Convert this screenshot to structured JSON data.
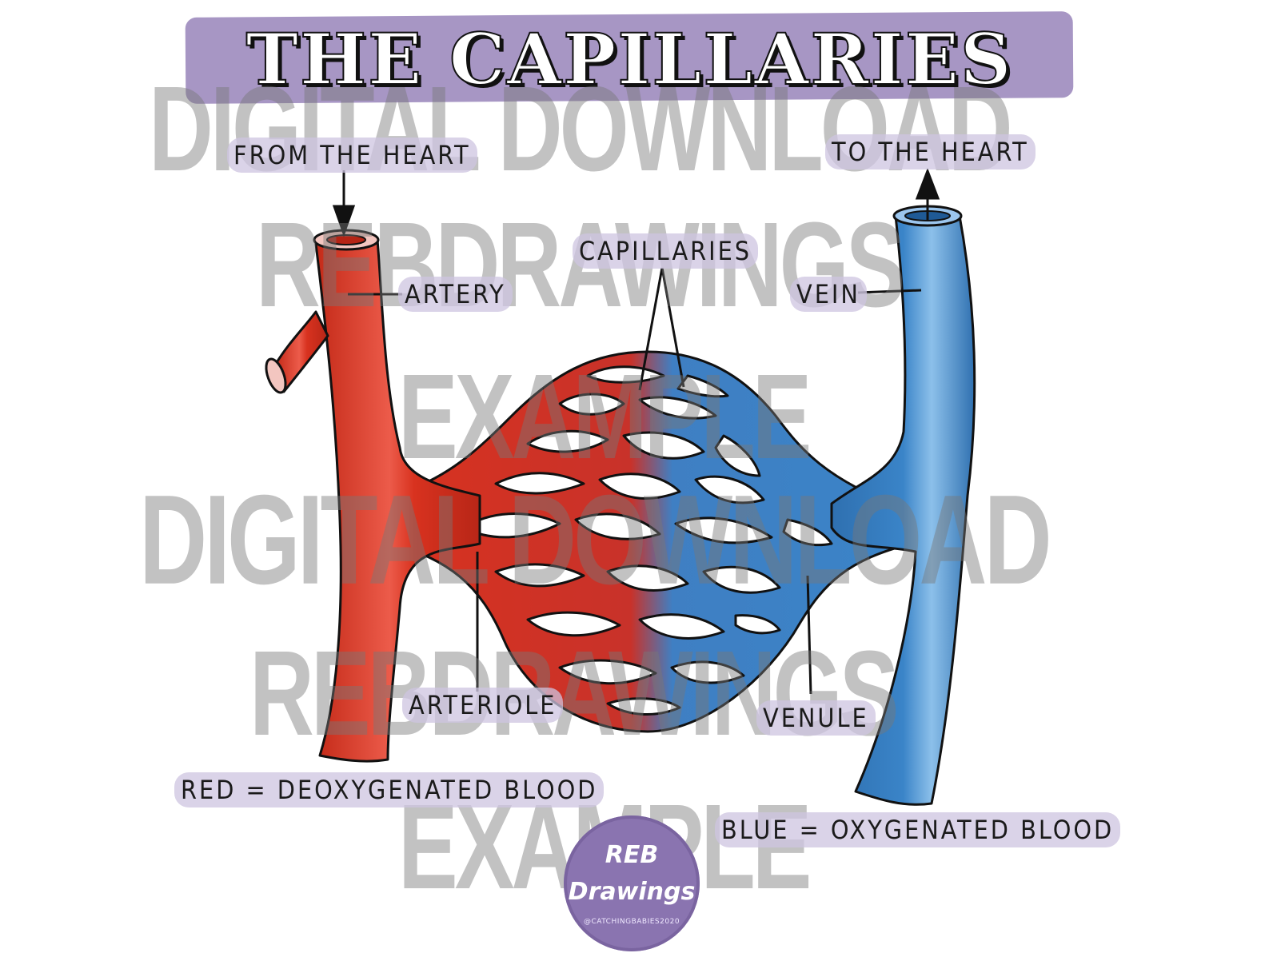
{
  "title": "THE CAPILLARIES",
  "labels": {
    "from_heart": "FROM THE HEART",
    "to_heart": "TO THE HEART",
    "capillaries": "CAPILLARIES",
    "artery": "ARTERY",
    "vein": "VEIN",
    "arteriole": "ARTERIOLE",
    "venule": "VENULE",
    "red_key": "RED = DEOXYGENATED BLOOD",
    "blue_key": "BLUE = OXYGENATED BLOOD"
  },
  "watermark": {
    "line1": "DIGITAL DOWNLOAD",
    "line2": "REBDRAWINGS",
    "line3": "EXAMPLE"
  },
  "logo": {
    "line1": "REB",
    "line2": "Drawings",
    "handle": "@CATCHINGBABIES2020"
  },
  "colors": {
    "artery_red": "#d8321f",
    "vein_blue": "#3a84c8",
    "band_purple": "#a796c4",
    "label_bg": "#cec4e0"
  }
}
